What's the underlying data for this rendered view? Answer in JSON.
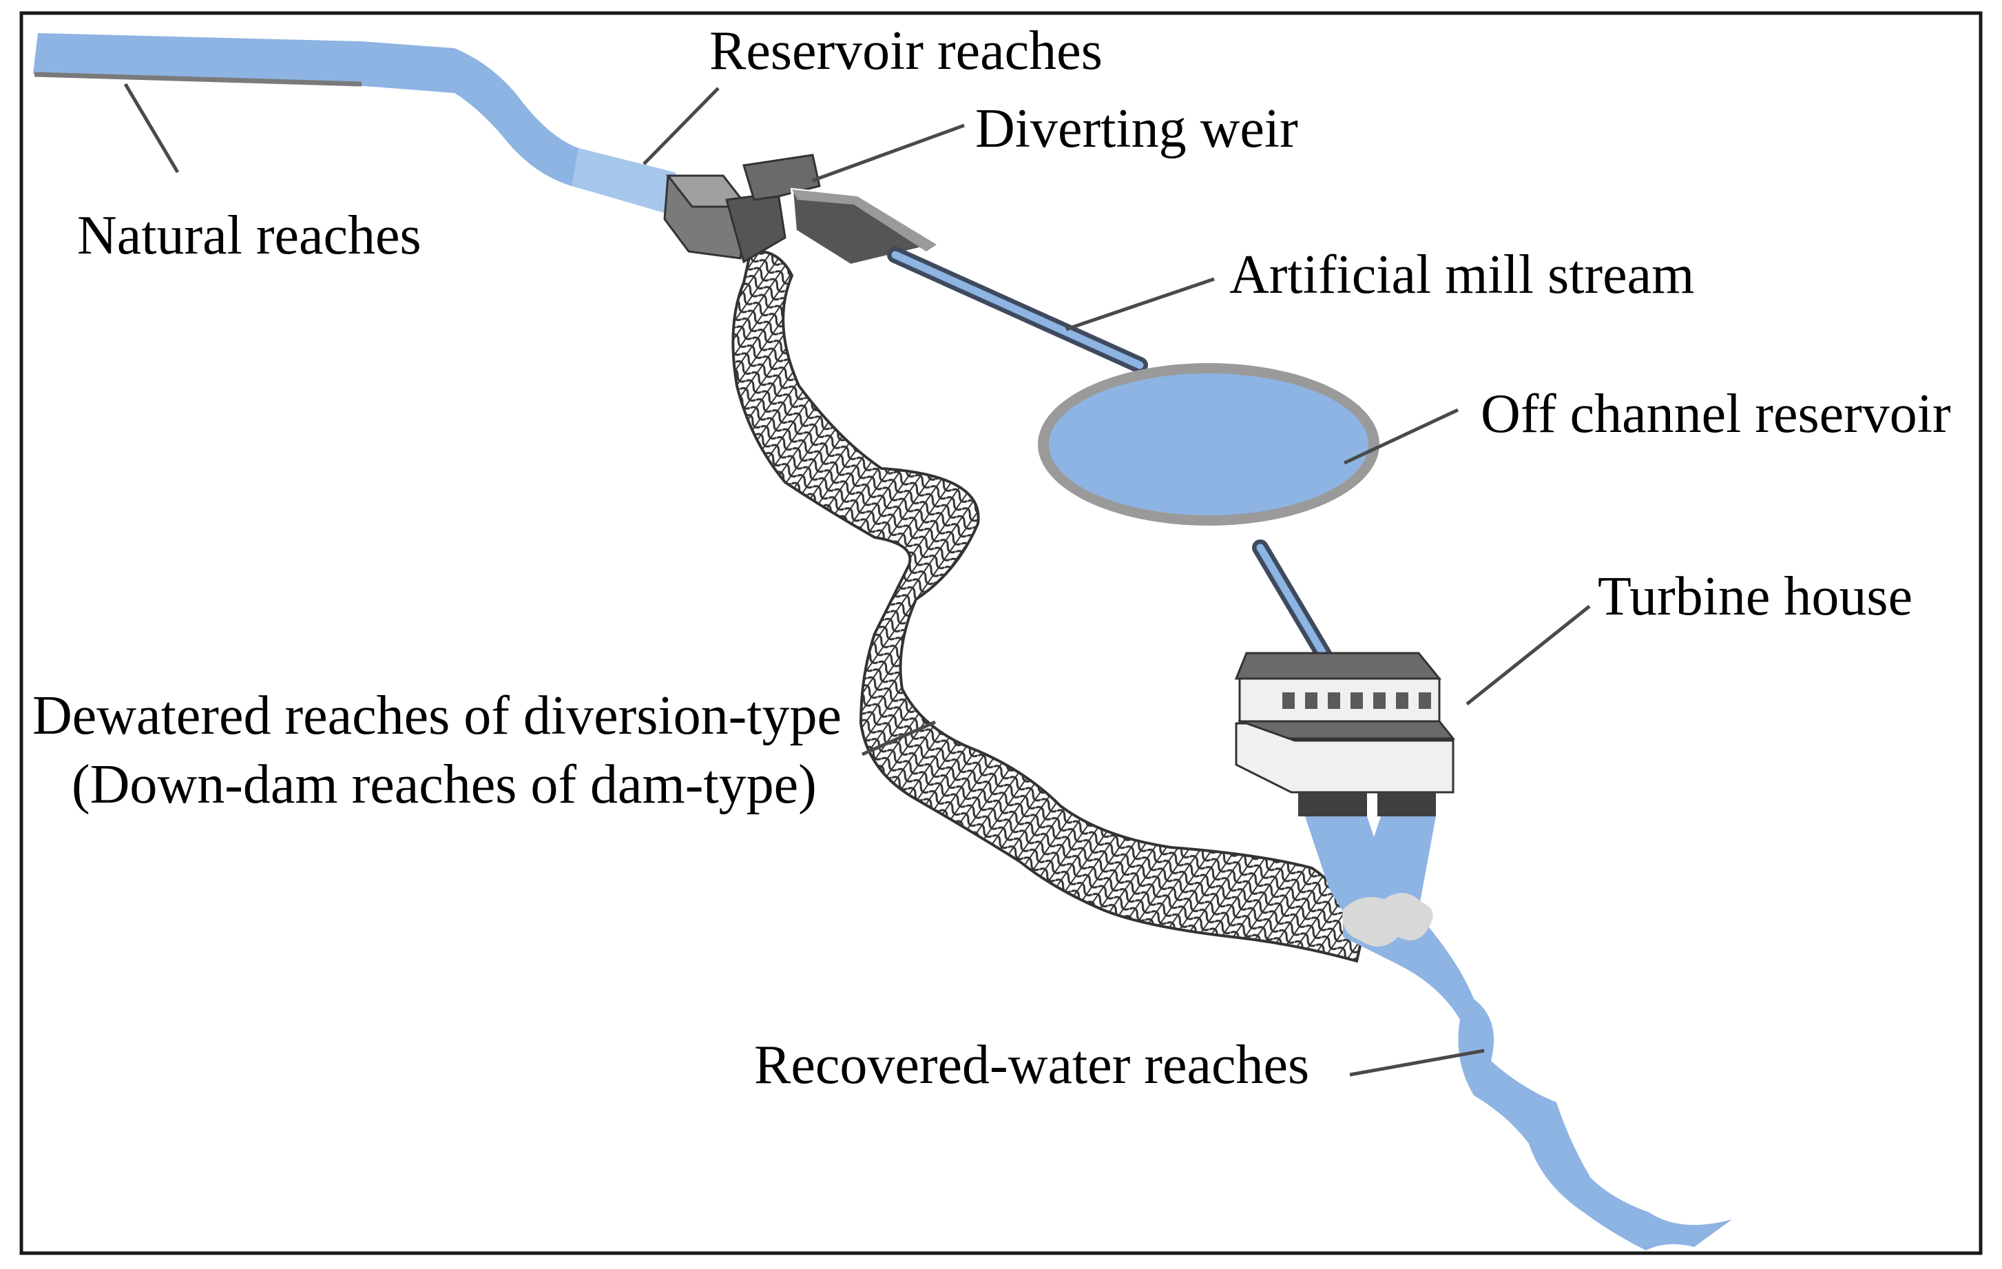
{
  "labels": {
    "natural_reaches": "Natural reaches",
    "reservoir_reaches": "Reservoir reaches",
    "diverting_weir": "Diverting weir",
    "artificial_mill_stream": "Artificial mill stream",
    "off_channel_reservoir": "Off channel reservoir",
    "turbine_house": "Turbine house",
    "dewatered_reaches_line1": "Dewatered reaches of diversion-type",
    "dewatered_reaches_line2": "(Down-dam reaches of dam-type)",
    "recovered_water_reaches": "Recovered-water reaches"
  },
  "colors": {
    "water": "#8db4e2",
    "water_light": "#a6c6ec",
    "rim": "#9a9a9a",
    "weir_dark": "#555555",
    "weir_mid": "#7a7a7a",
    "weir_light": "#a0a0a0",
    "house_wall": "#f0f0f0",
    "house_roof": "#6a6a6a",
    "pipe_dark": "#3f4a5e",
    "leader": "#4a4a4a"
  }
}
